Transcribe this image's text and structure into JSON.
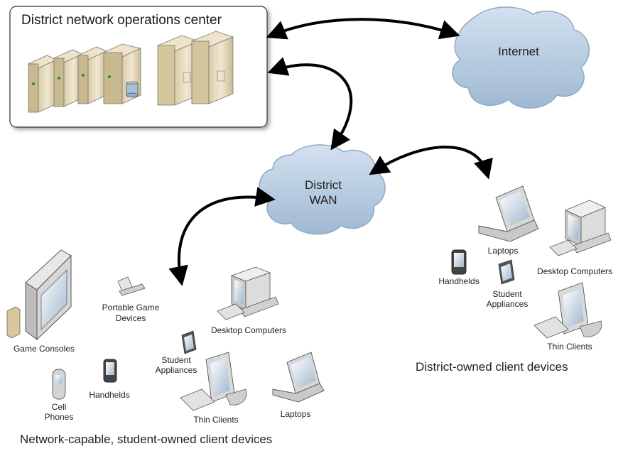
{
  "noc": {
    "title": "District network operations center"
  },
  "clouds": {
    "internet": "Internet",
    "wan_line1": "District",
    "wan_line2": "WAN"
  },
  "student_devices": {
    "caption": "Network-capable, student-owned client devices",
    "game_consoles": "Game Consoles",
    "portable_game_line1": "Portable Game",
    "portable_game_line2": "Devices",
    "desktop": "Desktop Computers",
    "appliances_line1": "Student",
    "appliances_line2": "Appliances",
    "cell_line1": "Cell",
    "cell_line2": "Phones",
    "handhelds": "Handhelds",
    "thin_clients": "Thin Clients",
    "laptops": "Laptops"
  },
  "district_devices": {
    "caption": "District-owned client devices",
    "laptops": "Laptops",
    "handhelds": "Handhelds",
    "desktop": "Desktop Computers",
    "appliances_line1": "Student",
    "appliances_line2": "Appliances",
    "thin_clients": "Thin Clients"
  },
  "colors": {
    "cloud_fill": "#b7cde3",
    "cloud_stroke": "#8fa9c4",
    "server_fill": "#e8dcc0",
    "arrow": "#000000"
  }
}
